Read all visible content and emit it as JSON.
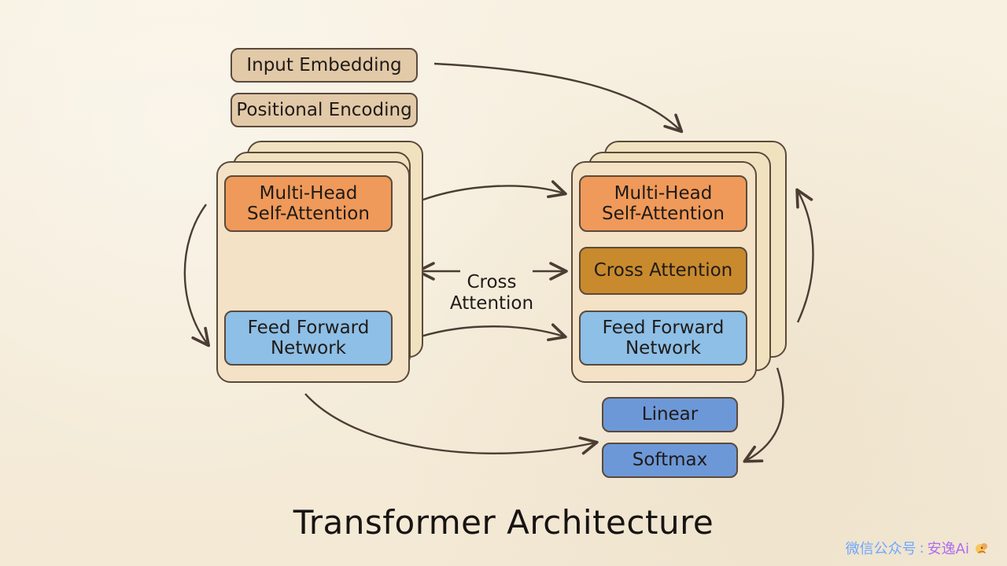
{
  "diagram": {
    "title": "Transformer Architecture",
    "encoder": {
      "input_embedding": "Input Embedding",
      "positional_encoding": "Positional Encoding",
      "multi_head": "Multi-Head\nSelf-Attention",
      "feed_forward": "Feed Forward\nNetwork"
    },
    "decoder": {
      "multi_head": "Multi-Head\nSelf-Attention",
      "cross_attention": "Cross Attention",
      "feed_forward": "Feed Forward\nNetwork",
      "linear": "Linear",
      "softmax": "Softmax"
    },
    "cross_attention_label": "Cross\nAttention",
    "watermark_left": "微信公众号",
    "watermark_right": "安逸Ai"
  }
}
